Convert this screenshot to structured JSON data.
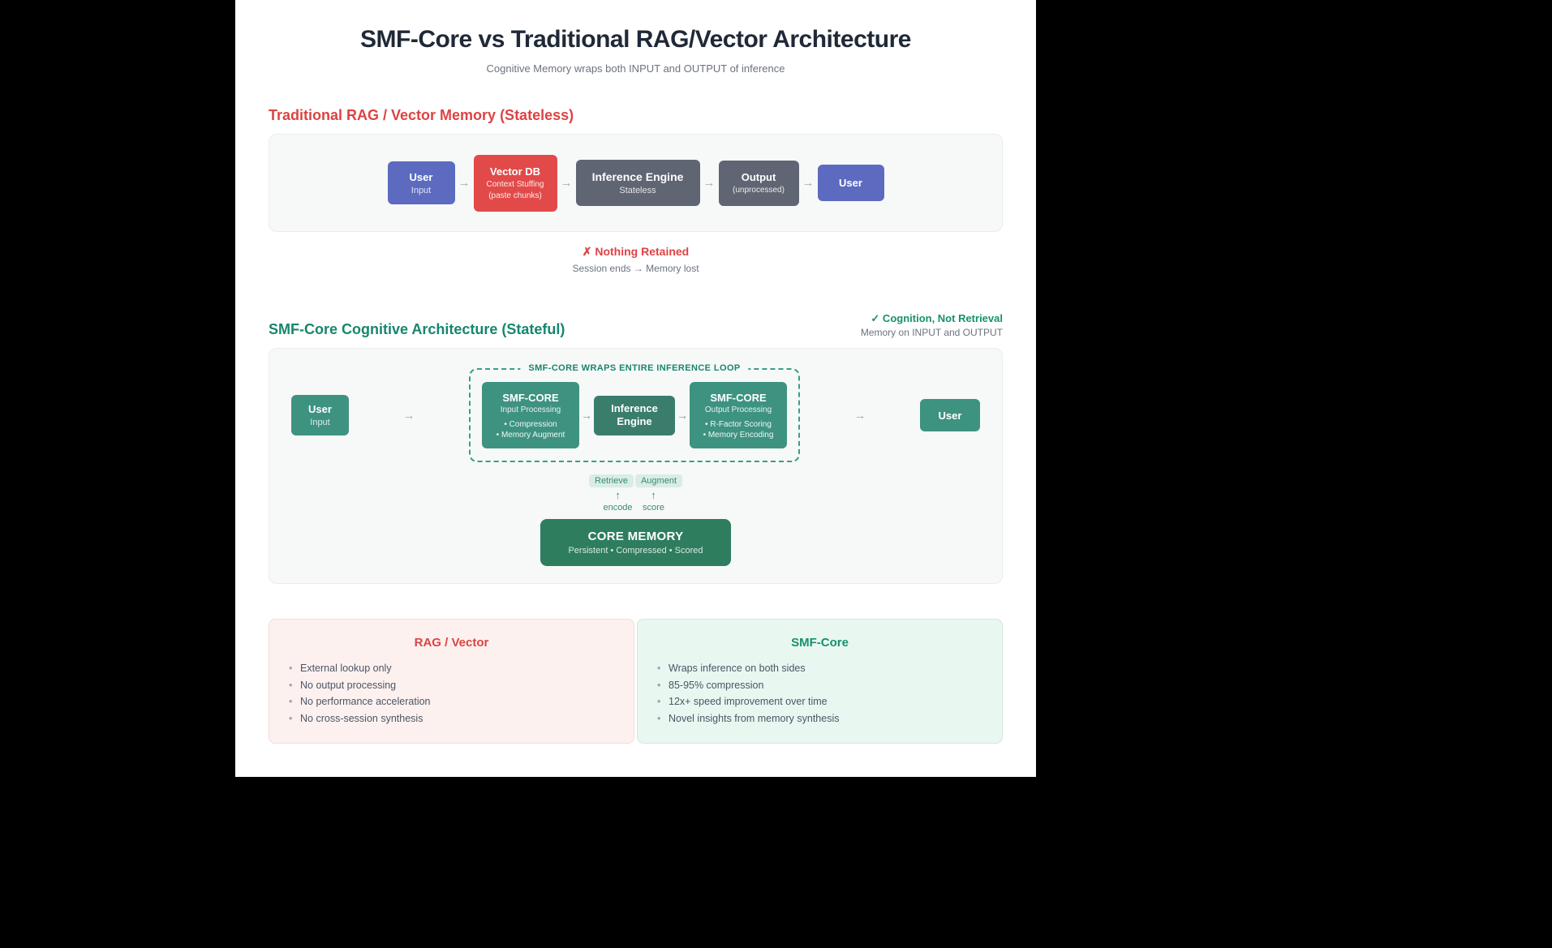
{
  "colors": {
    "accent_red": "#dd4343",
    "accent_teal": "#17866c",
    "box_indigo": "#5c6bc0",
    "box_red": "#e24a4a",
    "box_slate": "#5f6573",
    "box_teal": "#3e9380",
    "box_teal_dark": "#3a7d6d",
    "box_green_dark": "#2e7d5f",
    "dash_teal": "#35a183",
    "pill_bg": "#d9ede6",
    "pill_text": "#3c8974",
    "panel_bg": "#f7f8f8",
    "card_red_bg": "#fdf1ef",
    "card_teal_bg": "#e9f7f1"
  },
  "header": {
    "title": "SMF-Core vs Traditional RAG/Vector Architecture",
    "subtitle": "Cognitive Memory wraps both INPUT and OUTPUT of inference"
  },
  "traditional": {
    "heading": "Traditional RAG / Vector Memory (Stateless)",
    "flow": {
      "user_in": {
        "title": "User",
        "sub": "Input"
      },
      "vector_db": {
        "title": "Vector DB",
        "line1": "Context Stuffing",
        "line2": "(paste chunks)"
      },
      "inference": {
        "title": "Inference Engine",
        "sub": "Stateless"
      },
      "output": {
        "title": "Output",
        "sub": "(unprocessed)"
      },
      "user_out": {
        "title": "User"
      }
    },
    "verdict": {
      "text": "✗ Nothing Retained",
      "sub": "Session ends → Memory lost"
    }
  },
  "smf": {
    "heading": "SMF-Core Cognitive Architecture (Stateful)",
    "badge": {
      "title": "✓ Cognition, Not Retrieval",
      "sub": "Memory on INPUT and OUTPUT"
    },
    "loop_label": "SMF-CORE WRAPS ENTIRE INFERENCE LOOP",
    "flow": {
      "user_in": {
        "title": "User",
        "sub": "Input"
      },
      "smf_in": {
        "title": "SMF-CORE",
        "sub": "Input Processing",
        "b1": "• Compression",
        "b2": "• Memory Augment"
      },
      "inference": {
        "title": "Inference Engine"
      },
      "smf_out": {
        "title": "SMF-CORE",
        "sub": "Output Processing",
        "b1": "• R-Factor Scoring",
        "b2": "• Memory Encoding"
      },
      "user_out": {
        "title": "User"
      }
    },
    "memory": {
      "pills": [
        "Retrieve",
        "Augment"
      ],
      "flow_labels": [
        "encode",
        "score"
      ],
      "title": "CORE MEMORY",
      "sub": "Persistent • Compressed • Scored"
    }
  },
  "cards": {
    "rag": {
      "title": "RAG / Vector",
      "items": [
        "External lookup only",
        "No output processing",
        "No performance acceleration",
        "No cross-session synthesis"
      ]
    },
    "smf": {
      "title": "SMF-Core",
      "items": [
        "Wraps inference on both sides",
        "85-95% compression",
        "12x+ speed improvement over time",
        "Novel insights from memory synthesis"
      ]
    }
  },
  "icons": {
    "arrow_right": "→",
    "arrow_up": "↑"
  }
}
